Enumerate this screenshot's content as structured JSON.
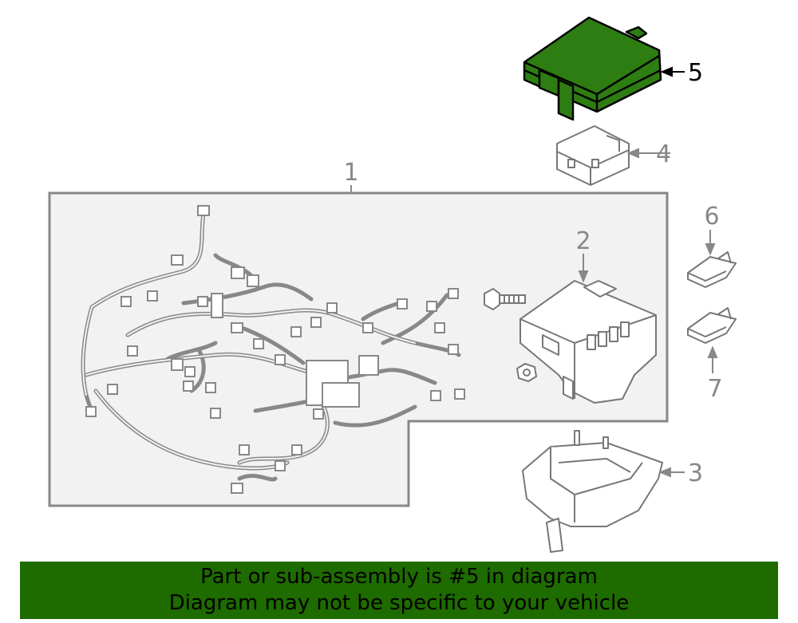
{
  "callouts": {
    "c1": "1",
    "c2": "2",
    "c3": "3",
    "c4": "4",
    "c5": "5",
    "c6": "6",
    "c7": "7"
  },
  "highlight": {
    "part": "5",
    "color": "#2e7d12"
  },
  "banner": {
    "line1": "Part or sub-assembly is #5 in diagram",
    "line2": "Diagram may not be specific to your vehicle",
    "background": "#1e6b00"
  }
}
